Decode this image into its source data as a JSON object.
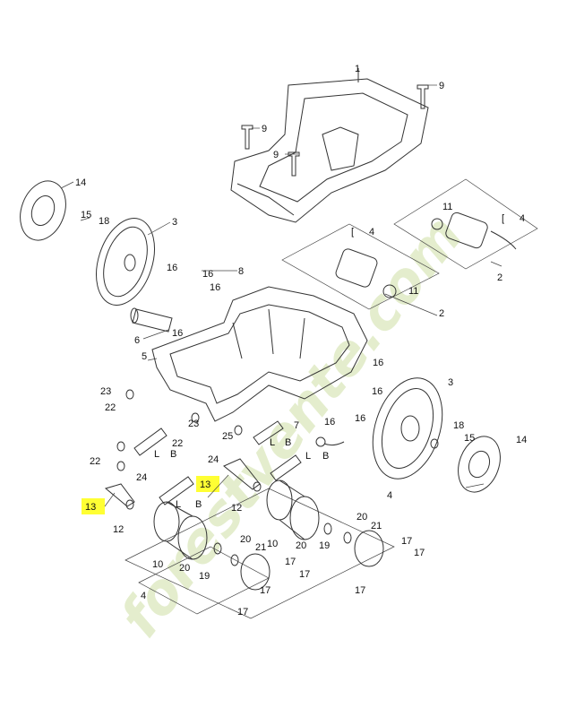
{
  "watermark": {
    "text": "forestvente.com",
    "color": "#c9dd9c"
  },
  "highlight_color": "#ffff33",
  "labels": [
    {
      "id": "l9a",
      "text": "9"
    },
    {
      "id": "l9b",
      "text": "9"
    },
    {
      "id": "l9c",
      "text": "9"
    },
    {
      "id": "l14a",
      "text": "14"
    },
    {
      "id": "l15a",
      "text": "15"
    },
    {
      "id": "l18a",
      "text": "18"
    },
    {
      "id": "l3a",
      "text": "3"
    },
    {
      "id": "l1",
      "text": "1"
    },
    {
      "id": "l4a",
      "text": "4"
    },
    {
      "id": "l11a",
      "text": "11"
    },
    {
      "id": "l4b",
      "text": "4"
    },
    {
      "id": "l11b",
      "text": "11"
    },
    {
      "id": "l2a",
      "text": "2"
    },
    {
      "id": "l2b",
      "text": "2"
    },
    {
      "id": "l16a",
      "text": "16"
    },
    {
      "id": "l16b",
      "text": "16"
    },
    {
      "id": "l16c",
      "text": "16"
    },
    {
      "id": "l16d",
      "text": "16"
    },
    {
      "id": "l8",
      "text": "8"
    },
    {
      "id": "l6",
      "text": "6"
    },
    {
      "id": "l5",
      "text": "5"
    },
    {
      "id": "l16e",
      "text": "16"
    },
    {
      "id": "l16f",
      "text": "16"
    },
    {
      "id": "l16g",
      "text": "16"
    },
    {
      "id": "l16h",
      "text": "16"
    },
    {
      "id": "l3b",
      "text": "3"
    },
    {
      "id": "l23a",
      "text": "23"
    },
    {
      "id": "l22a",
      "text": "22"
    },
    {
      "id": "l23b",
      "text": "23"
    },
    {
      "id": "l22b",
      "text": "22"
    },
    {
      "id": "l7",
      "text": "7"
    },
    {
      "id": "l25",
      "text": "25"
    },
    {
      "id": "lL1",
      "text": "L"
    },
    {
      "id": "lB1",
      "text": "B"
    },
    {
      "id": "l22c",
      "text": "22"
    },
    {
      "id": "lL2",
      "text": "L"
    },
    {
      "id": "lB2",
      "text": "B"
    },
    {
      "id": "l24a",
      "text": "24"
    },
    {
      "id": "l24b",
      "text": "24"
    },
    {
      "id": "lL3",
      "text": "L"
    },
    {
      "id": "lB3",
      "text": "B"
    },
    {
      "id": "l18b",
      "text": "18"
    },
    {
      "id": "l15b",
      "text": "15"
    },
    {
      "id": "l14b",
      "text": "14"
    },
    {
      "id": "l13a",
      "text": "13"
    },
    {
      "id": "l13b",
      "text": "13"
    },
    {
      "id": "l12a",
      "text": "12"
    },
    {
      "id": "l12b",
      "text": "12"
    },
    {
      "id": "lL4",
      "text": "L"
    },
    {
      "id": "lB4",
      "text": "B"
    },
    {
      "id": "l4c",
      "text": "4"
    },
    {
      "id": "l20a",
      "text": "20"
    },
    {
      "id": "l21a",
      "text": "21"
    },
    {
      "id": "l10a",
      "text": "10"
    },
    {
      "id": "l20b",
      "text": "20"
    },
    {
      "id": "l21b",
      "text": "21"
    },
    {
      "id": "l10b",
      "text": "10"
    },
    {
      "id": "l20c",
      "text": "20"
    },
    {
      "id": "l19a",
      "text": "19"
    },
    {
      "id": "l19b",
      "text": "19"
    },
    {
      "id": "l20d",
      "text": "20"
    },
    {
      "id": "l17a",
      "text": "17"
    },
    {
      "id": "l17b",
      "text": "17"
    },
    {
      "id": "l17c",
      "text": "17"
    },
    {
      "id": "l4d",
      "text": "4"
    },
    {
      "id": "l17d",
      "text": "17"
    },
    {
      "id": "l17e",
      "text": "17"
    },
    {
      "id": "l17f",
      "text": "17"
    },
    {
      "id": "l17g",
      "text": "17"
    },
    {
      "id": "lbr1",
      "text": "["
    },
    {
      "id": "lbr2",
      "text": "["
    }
  ]
}
